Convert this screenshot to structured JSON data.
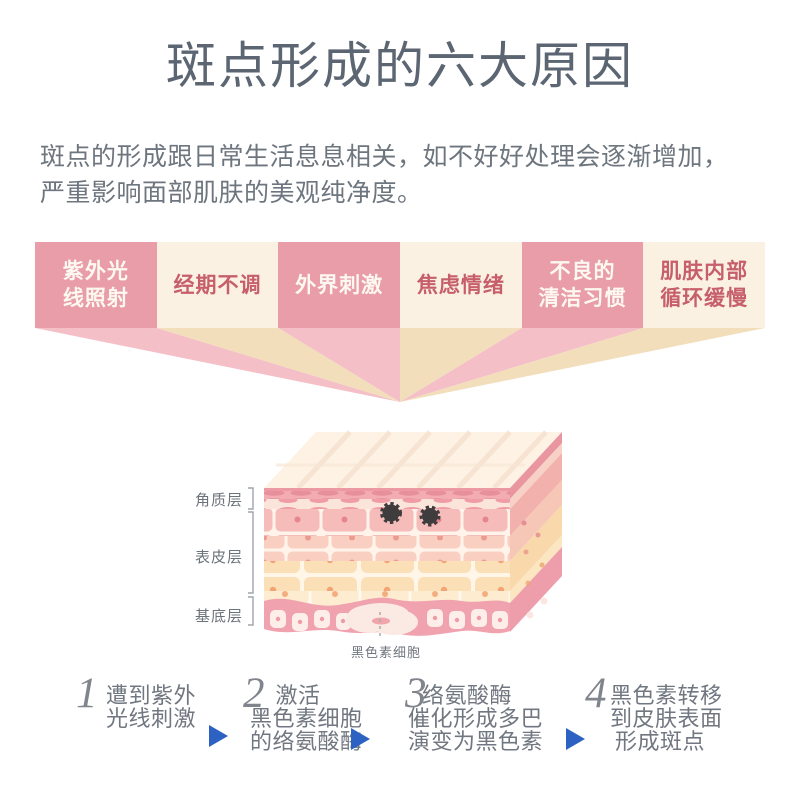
{
  "title": "斑点形成的六大原因",
  "intro": {
    "line1": "斑点的形成跟日常生活息息相关，如不好好处理会逐渐增加，",
    "line2": "严重影响面部肌肤的美观纯净度。"
  },
  "causes": [
    {
      "lines": [
        "紫外光",
        "线照射"
      ]
    },
    {
      "lines": [
        "经期不调"
      ]
    },
    {
      "lines": [
        "外界刺激"
      ]
    },
    {
      "lines": [
        "焦虑情绪"
      ]
    },
    {
      "lines": [
        "不良的",
        "清洁习惯"
      ]
    },
    {
      "lines": [
        "肌肤内部",
        "循环缓慢"
      ]
    }
  ],
  "diagram": {
    "layer_labels": [
      "角质层",
      "表皮层",
      "基底层"
    ],
    "melanocyte_label": "黑色素细胞"
  },
  "steps": [
    {
      "num": "1",
      "lines": [
        "遭到紫外",
        "光线刺激"
      ]
    },
    {
      "num": "2",
      "lines": [
        "激活",
        "黑色素细胞",
        "的络氨酸酶"
      ]
    },
    {
      "num": "3",
      "lines": [
        "络氨酸酶",
        "催化形成多巴",
        "演变为黑色素"
      ]
    },
    {
      "num": "4",
      "lines": [
        "黑色素转移",
        "到皮肤表面",
        "形成斑点"
      ]
    }
  ],
  "colors": {
    "title_text": "#5c6672",
    "body_text": "#6d757e",
    "pink_box": "#e89da9",
    "cream_box": "#faf1e3",
    "rose_text": "#c75f6b",
    "white_text": "#fdf9f1",
    "wedge_pink": "#f4bfc7",
    "wedge_tan": "#f2debb",
    "arrow_blue": "#2d62c3",
    "melanin_spot": "#3e3c3d"
  }
}
